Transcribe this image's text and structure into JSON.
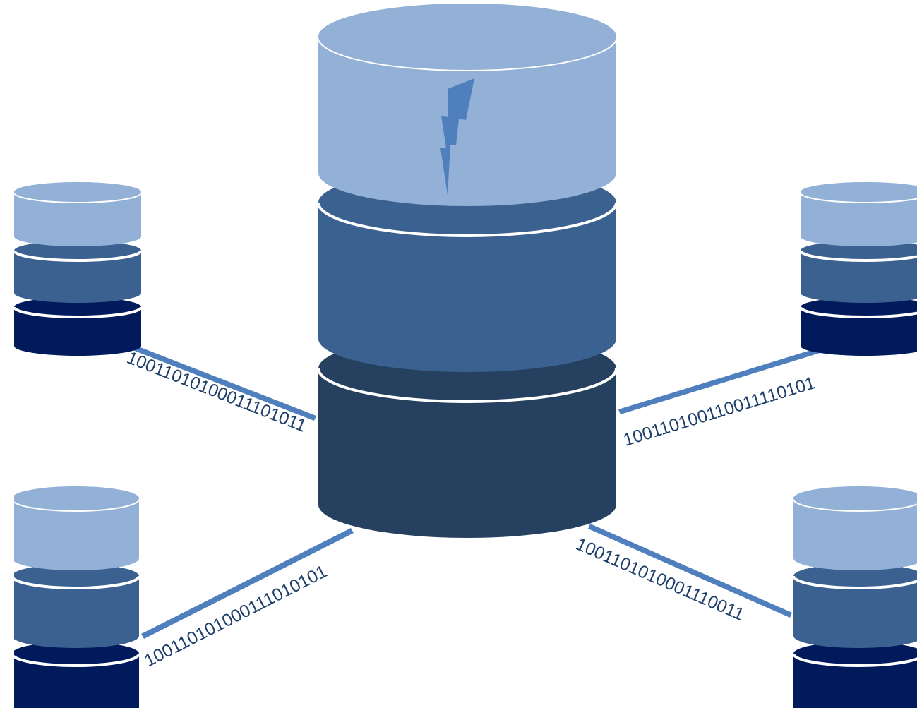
{
  "colors": {
    "light": "#93b1d6",
    "mid": "#3b6190",
    "dark": "#26405f",
    "navy": "#001a5c",
    "line": "#4f7fbd",
    "bolt": "#4f7fbd",
    "text": "#1f3f6b",
    "rim": "#ffffff",
    "background": "#ffffff"
  },
  "central_icon": "lightning-bolt-icon",
  "links": [
    {
      "name": "link-top-left",
      "binary": "10011010100011101011"
    },
    {
      "name": "link-top-right",
      "binary": "100110100110011110101"
    },
    {
      "name": "link-bottom-left",
      "binary": "100110101000111010101"
    },
    {
      "name": "link-bottom-right",
      "binary": "1001101010001110011"
    }
  ]
}
